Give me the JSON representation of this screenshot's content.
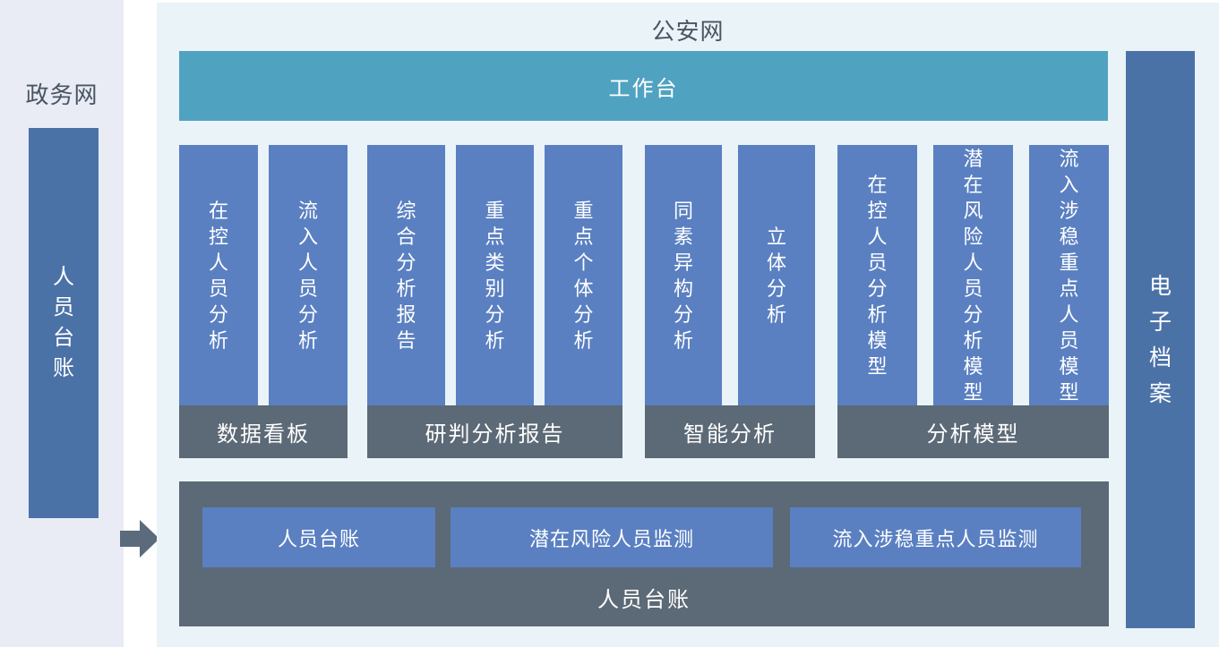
{
  "colors": {
    "left_panel_bg": "#E9ECF5",
    "main_panel_bg": "#EAF3F7",
    "workbench_teal": "#50A2C1",
    "module_blue": "#5A80C2",
    "side_bar_blue": "#4B72A7",
    "footer_slate": "#5C6976",
    "label_text": "#4A5562",
    "bar_text": "#FFFFFF"
  },
  "left_panel": {
    "network_label": "政务网",
    "ledger_bar": "人员台账"
  },
  "main_panel": {
    "network_label": "公安网",
    "workbench_bar": "工作台",
    "groups": [
      {
        "footer": "数据看板",
        "bars": [
          "在控人员分析",
          "流入人员分析"
        ]
      },
      {
        "footer": "研判分析报告",
        "bars": [
          "综合分析报告",
          "重点类别分析",
          "重点个体分析"
        ]
      },
      {
        "footer": "智能分析",
        "bars": [
          "同素异构分析",
          "立体分析"
        ]
      },
      {
        "footer": "分析模型",
        "bars": [
          "在控人员分析模型",
          "潜在风险人员分析模型",
          "流入涉稳重点人员模型"
        ]
      }
    ],
    "bottom_panel": {
      "label": "人员台账",
      "buttons": [
        "人员台账",
        "潜在风险人员监测",
        "流入涉稳重点人员监测"
      ]
    },
    "archive_bar": "电子档案"
  }
}
